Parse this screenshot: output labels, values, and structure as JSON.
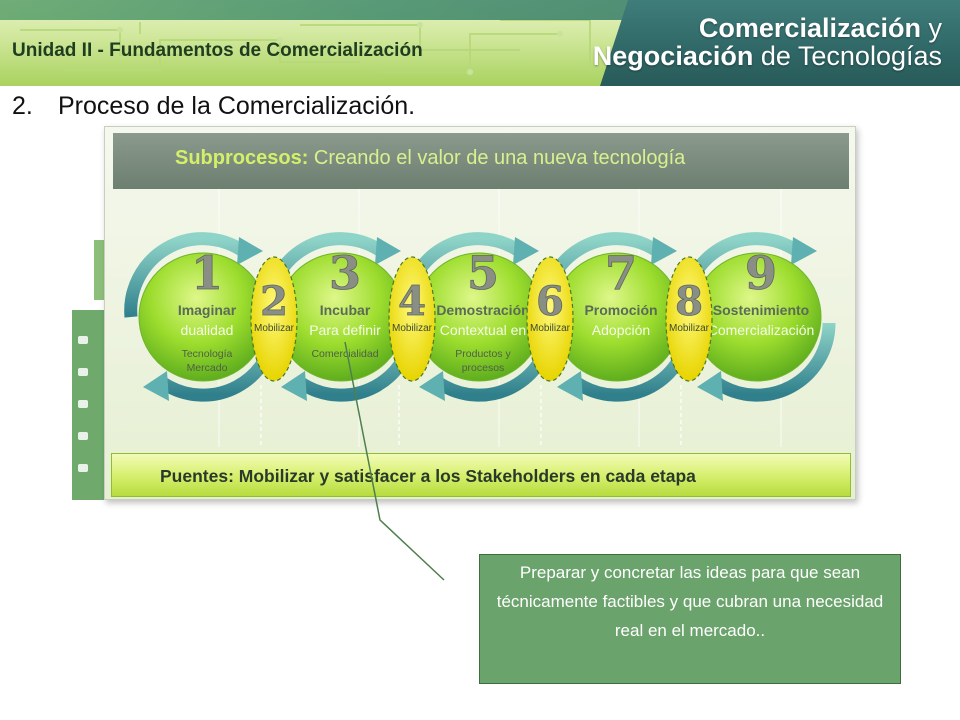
{
  "header": {
    "unit_title": "Unidad II - Fundamentos  de Comercialización",
    "brand_line1_bold": "Comercialización",
    "brand_line1_thin": " y",
    "brand_line2_bold": "Negociación",
    "brand_line2_thin": " de Tecnologías"
  },
  "section": {
    "number": "2.",
    "title": "Proceso de la Comercialización."
  },
  "diagram": {
    "subprocess_bold": "Subprocesos:",
    "subprocess_rest": " Creando el valor de una nueva tecnología",
    "stages": [
      {
        "number": "1",
        "title": "Imaginar",
        "subtitle": "dualidad",
        "line1": "Tecnología",
        "line2": "Mercado"
      },
      {
        "number": "3",
        "title": "Incubar",
        "subtitle": "Para definir",
        "line1": "Comercialidad",
        "line2": ""
      },
      {
        "number": "5",
        "title": "Demostración",
        "subtitle": "Contextual en",
        "line1": "Productos y",
        "line2": "procesos"
      },
      {
        "number": "7",
        "title": "Promoción",
        "subtitle": "Adopción",
        "line1": "",
        "line2": ""
      },
      {
        "number": "9",
        "title": "Sostenimiento",
        "subtitle": "Comercialización",
        "line1": "",
        "line2": ""
      }
    ],
    "bridges": [
      {
        "number": "2",
        "label": "Mobilizar"
      },
      {
        "number": "4",
        "label": "Mobilizar"
      },
      {
        "number": "6",
        "label": "Mobilizar"
      },
      {
        "number": "8",
        "label": "Mobilizar"
      }
    ],
    "bridges_banner": "Puentes: Mobilizar y satisfacer a los Stakeholders en cada etapa"
  },
  "callout": {
    "text": "Preparar y concretar las ideas para que sean técnicamente factibles y que cubran una necesidad real en el mercado.."
  },
  "colors": {
    "header_dark": "#2f6766",
    "header_light": "#cfe79a",
    "circle_green": "#8cd42a",
    "bridge_yellow": "#f2e600",
    "arrow_teal": "#3f8f9a",
    "callout_bg": "#6ba36c"
  }
}
